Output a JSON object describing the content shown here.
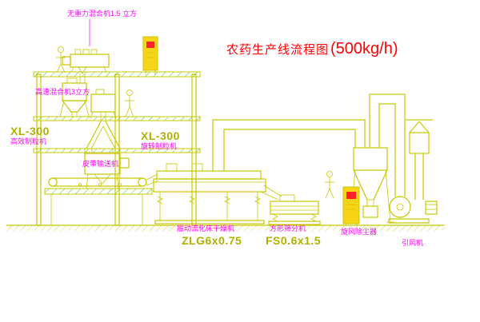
{
  "title": {
    "text": "农药生产线流程图",
    "capacity": "(500kg/h)"
  },
  "labels": {
    "gravity_mixer": "无重力混合机1.5 立方",
    "high_speed_mixer": "高速混合机3立方",
    "granulator_left_model": "XL-300",
    "granulator_left_name": "高效制粒机",
    "granulator_right_model": "XL-300",
    "granulator_right_name": "旋转制粒机",
    "belt_conveyor": "皮带输送机",
    "fluid_bed_dryer": "振动流化床干燥机",
    "fluid_bed_dryer_model": "ZLG6x0.75",
    "square_sifter": "方形筛分机",
    "square_sifter_model": "FS0.6x1.5",
    "cyclone": "旋风除尘器",
    "fan": "引风机"
  },
  "colors": {
    "line": "#c8c800",
    "hatch": "#00bb00",
    "label": "#ff00ff",
    "model": "#b0b000",
    "title": "#ff0000",
    "cabinet_fill": "#f7d417",
    "screen": "#ff2222"
  }
}
